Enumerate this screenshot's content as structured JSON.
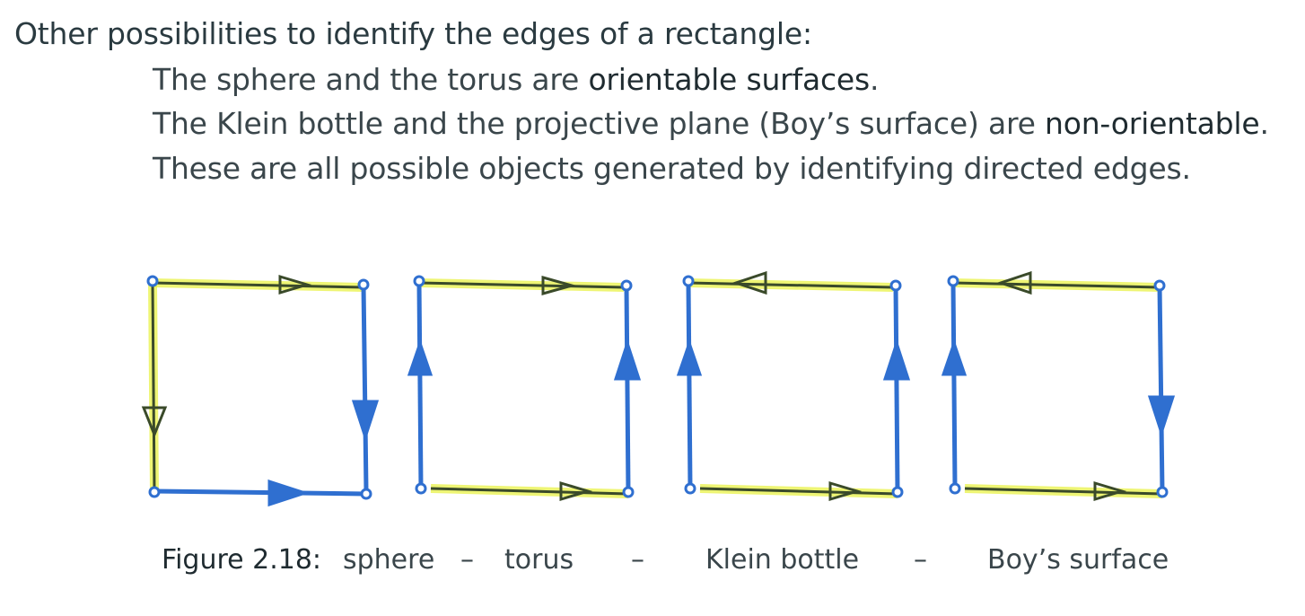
{
  "heading": "Other possibilities to identify the edges of a rectangle:",
  "lines": [
    {
      "pre": "The sphere and the torus are ",
      "bold": "orientable surfaces",
      "post": "."
    },
    {
      "pre": "The Klein bottle and the projective plane (Boy’s surface) are ",
      "bold": "non-orientable",
      "post": "."
    },
    {
      "pre": "These are all possible objects generated by identifying directed edges.",
      "bold": "",
      "post": ""
    }
  ],
  "caption": {
    "label": "Figure 2.18:",
    "items": [
      "sphere",
      "–",
      "torus",
      "–",
      "Klein bottle",
      "–",
      "Boy’s surface"
    ]
  },
  "colors": {
    "blue": "#2f6fd0",
    "yellow": "#e8f23a",
    "dark": "#3a4a2a"
  },
  "diagrams": [
    {
      "name": "sphere",
      "icons": [
        "arrow-right-icon",
        "arrow-down-icon"
      ]
    },
    {
      "name": "torus",
      "icons": [
        "arrow-right-icon",
        "arrow-up-icon"
      ]
    },
    {
      "name": "klein-bottle",
      "icons": [
        "arrow-left-icon",
        "arrow-up-icon"
      ]
    },
    {
      "name": "boys-surface",
      "icons": [
        "arrow-left-icon",
        "arrow-up-icon",
        "arrow-down-icon"
      ]
    }
  ]
}
